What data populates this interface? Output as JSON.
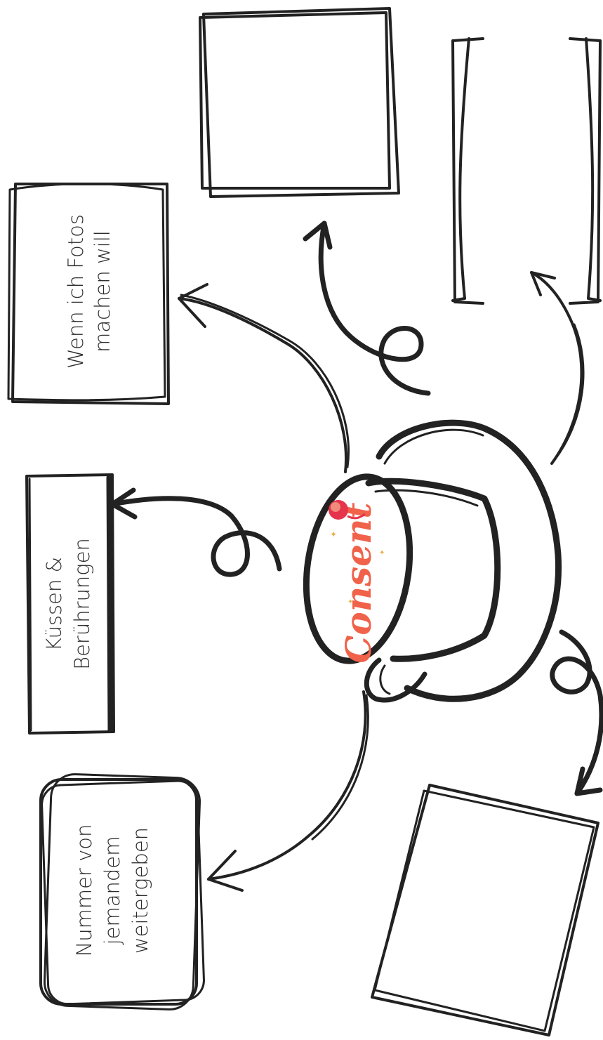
{
  "center": {
    "logo_text": "Consent",
    "logo_color": "#f0624a"
  },
  "labels": {
    "photos": {
      "line1": "Wenn ich Fotos",
      "line2": "machen will"
    },
    "kiss": {
      "line1": "Küssen &",
      "line2": "Berührungen"
    },
    "phone": {
      "line1": "Nummer von",
      "line2": "jemandem",
      "line3": "weitergeben"
    }
  },
  "colors": {
    "ink": "#222222",
    "accent": "#f0624a",
    "rose": "#e5344b"
  }
}
